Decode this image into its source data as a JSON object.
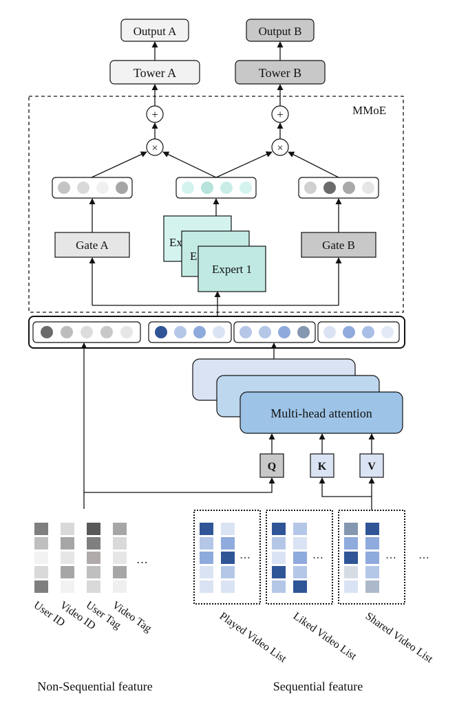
{
  "outputs": {
    "a": "Output A",
    "b": "Output B"
  },
  "towers": {
    "a": "Tower A",
    "b": "Tower B"
  },
  "mmoe_label": "MMoE",
  "ops": {
    "plus": "+",
    "times": "×"
  },
  "gates": {
    "a": "Gate A",
    "b": "Gate B"
  },
  "expert": {
    "front": "Expert 1",
    "mid_partial": "E",
    "back_partial": "Ex"
  },
  "attention": {
    "label": "Multi-head attention"
  },
  "qkv": {
    "q": "Q",
    "k": "K",
    "v": "V"
  },
  "non_seq": {
    "features": [
      "User ID",
      "Video ID",
      "User Tag",
      "Video Tag"
    ],
    "ellipsis": "…",
    "title": "Non-Sequential feature"
  },
  "seq": {
    "lists": [
      "Played Video List",
      "Liked Video List",
      "Shared Video List"
    ],
    "ellipsis": "…",
    "title": "Sequential feature"
  },
  "colors": {
    "gray_dark": "#6b6b6b",
    "gray_mid": "#bdbdbd",
    "gray_light": "#e6e6e6",
    "teal_light": "#d4f3ef",
    "teal_mid": "#b6e3dc",
    "blue_dark": "#2f5597",
    "blue_mid": "#8faadc",
    "blue_light": "#b4c7e7",
    "blue_pale": "#dae3f3",
    "attention_fill": "#9dc3e6"
  }
}
